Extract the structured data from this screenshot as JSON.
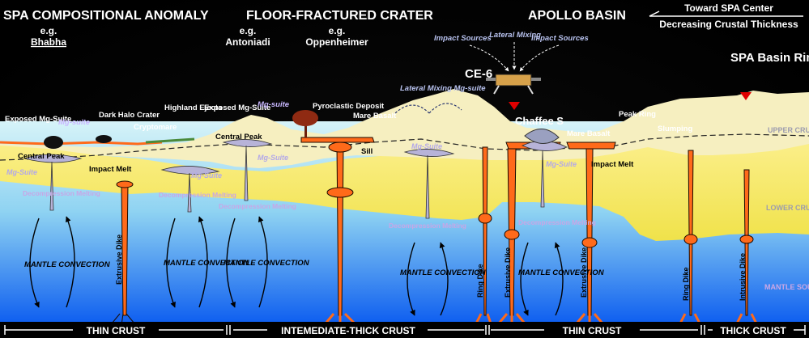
{
  "headings": {
    "spa_anomaly": "SPA COMPOSITIONAL ANOMALY",
    "spa_anomaly_eg": "e.g.",
    "spa_anomaly_example": "Bhabha",
    "floor_fractured": "FLOOR-FRACTURED CRATER",
    "ff_eg1": "e.g.",
    "ff_example1": "Antoniadi",
    "ff_eg2": "e.g.",
    "ff_example2": "Oppenheimer",
    "apollo": "APOLLO BASIN",
    "toward_spa": "Toward SPA Center",
    "decreasing": "Decreasing Crustal Thickness"
  },
  "labels": {
    "impact_sources_left": "Impact Sources",
    "lateral_mixing_top": "Lateral Mixing",
    "impact_sources_right": "Impact Sources",
    "ce6": "CE-6",
    "spa_rim": "SPA Basin Rim",
    "exposed_mg_suite_1": "Exposed Mg-Suite",
    "mg_suite_1": "Mg-suite",
    "dark_halo": "Dark Halo Crater",
    "cryptomare": "Cryptomare",
    "highland_ejecta": "Highland Ejecta",
    "exposed_mg_suite_2": "Exposed Mg-Suite",
    "mg_suite_2": "Mg-suite",
    "pyroclastic": "Pyroclastic Deposit",
    "mare_basalt_1": "Mare Basalt",
    "lateral_mixing_mid": "Lateral Mixing Mg-suite",
    "chaffee": "Chaffee S",
    "mare_basalt_2": "Mare Basalt",
    "peak_ring": "Peak Ring",
    "slumping": "Slumping",
    "upper_crust": "UPPER CRUST",
    "lower_crust": "LOWER CRUST",
    "mantle_source": "MANTLE SOURCE",
    "central_peak_1": "Central Peak",
    "central_peak_2": "Central Peak",
    "impact_melt_1": "Impact Melt",
    "impact_melt_2": "Impact Melt",
    "sill": "Sill",
    "mg_suite_3": "Mg-Suite",
    "mg_suite_4": "Mg-Suite",
    "mg_suite_5": "Mg-Suite",
    "mg_suite_6": "Mg-Suite",
    "mg_suite_7": "Mg-Suite",
    "decomp_1": "Decompression Melting",
    "decomp_2": "Decompression Melting",
    "decomp_3": "Decompression Melting",
    "decomp_4": "Decompression Melting",
    "decomp_5": "Decompression Melting",
    "mantle_conv_1": "MANTLE CONVECTION",
    "mantle_conv_2": "MANTLE CONVECTION",
    "mantle_conv_3": "MANTLE CONVECTION",
    "mantle_conv_4": "MANTLE CONVECTION",
    "mantle_conv_5": "MANTLE CONVECTION",
    "extrusive_dike_1": "Extrusive Dike",
    "ring_dike_1": "Ring Dike",
    "extrusive_dike_2": "Extrusive Dike",
    "extrusive_dike_3": "Extrusive Dike",
    "ring_dike_2": "Ring Dike",
    "intrusive_dike": "Intrusive Dike"
  },
  "footer": {
    "thin_crust_1": "THIN CRUST",
    "intermediate": "INTEMEDIATE-THICK CRUST",
    "thin_crust_2": "THIN CRUST",
    "thick_crust": "THICK CRUST"
  },
  "colors": {
    "upper_crust": "#f6efc0",
    "lower_crust": "#f1e65a",
    "mantle_top": "#cfeff6",
    "mantle_bottom": "#1266f0",
    "magma": "#ff6a1a",
    "marker": "#e00000",
    "background": "#000000"
  }
}
